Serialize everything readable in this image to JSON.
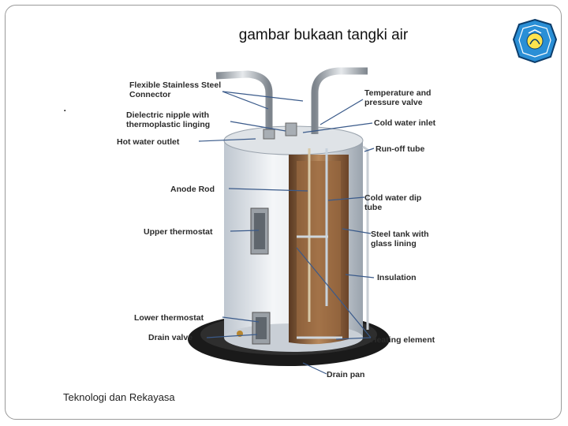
{
  "slide": {
    "title": "gambar bukaan tangki air",
    "bullet": ".",
    "footer": "Teknologi dan Rekayasa"
  },
  "logo": {
    "icon": "tut-wuri-handayani-emblem-icon",
    "color": "#2a8fd6"
  },
  "diagram": {
    "icon": "water-heater-cutaway-icon",
    "labels": {
      "flexible_connector_1": "Flexible Stainless Steel",
      "flexible_connector_2": "Connector",
      "dielectric_1": "Dielectric nipple with",
      "dielectric_2": "thermoplastic linging",
      "hot_water_outlet": "Hot water outlet",
      "anode_rod": "Anode Rod",
      "upper_thermostat": "Upper thermostat",
      "lower_thermostat": "Lower thermostat",
      "drain_valve": "Drain valve",
      "temp_pressure_1": "Temperature and",
      "temp_pressure_2": "pressure valve",
      "cold_water_inlet": "Cold water inlet",
      "run_off_tube": "Run-off tube",
      "cold_dip_1": "Cold water dip",
      "cold_dip_2": "tube",
      "steel_tank_1": "Steel tank with",
      "steel_tank_2": "glass lining",
      "insulation": "Insulation",
      "heating_element": "Heating element",
      "drain_pan": "Drain pan"
    }
  }
}
